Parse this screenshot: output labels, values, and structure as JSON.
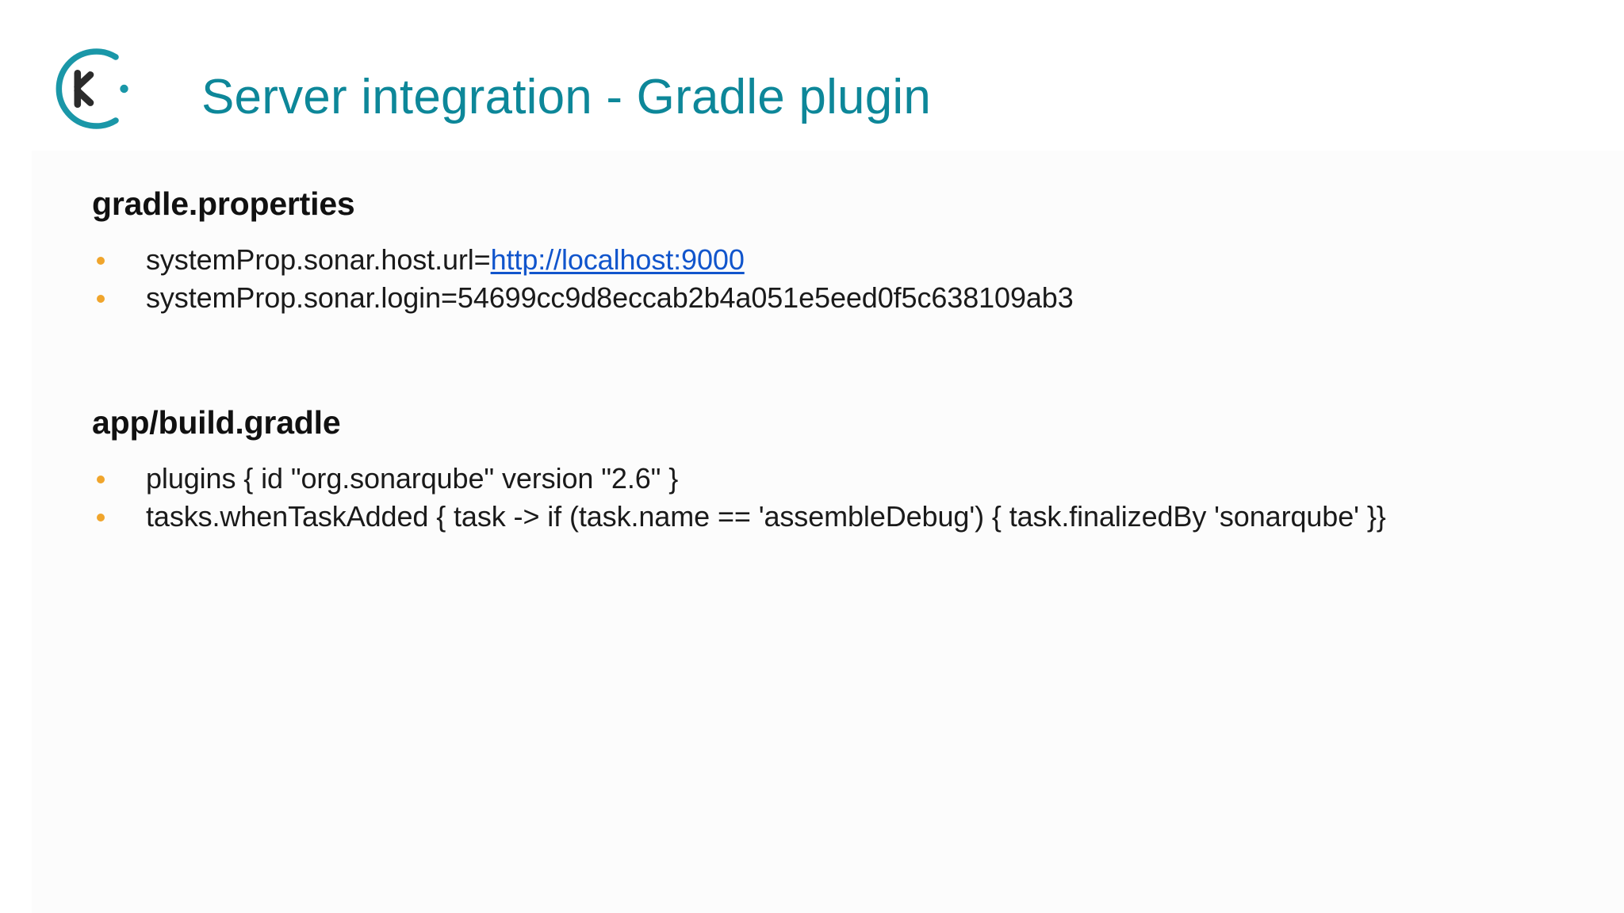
{
  "slide": {
    "title": "Server integration - Gradle plugin",
    "logo_letter": "K",
    "colors": {
      "title_teal": "#0d8799",
      "logo_teal": "#1a97a8",
      "logo_letter_dark": "#2b2b2b",
      "bullet_orange": "#f0a52c",
      "link_blue": "#1155cc",
      "body_text": "#1a1a1a",
      "background": "#ffffff"
    },
    "sections": [
      {
        "heading": "gradle.properties",
        "bullets": [
          {
            "prefix": "systemProp.sonar.host.url=",
            "link": "http://localhost:9000",
            "suffix": ""
          },
          {
            "prefix": "systemProp.sonar.login=54699cc9d8eccab2b4a051e5eed0f5c638109ab3",
            "link": "",
            "suffix": ""
          }
        ]
      },
      {
        "heading": "app/build.gradle",
        "bullets": [
          {
            "prefix": "plugins { id \"org.sonarqube\" version \"2.6\" }",
            "link": "",
            "suffix": ""
          },
          {
            "prefix": "tasks.whenTaskAdded { task -> if (task.name == 'assembleDebug') { task.finalizedBy 'sonarqube' }}",
            "link": "",
            "suffix": ""
          }
        ]
      }
    ]
  }
}
